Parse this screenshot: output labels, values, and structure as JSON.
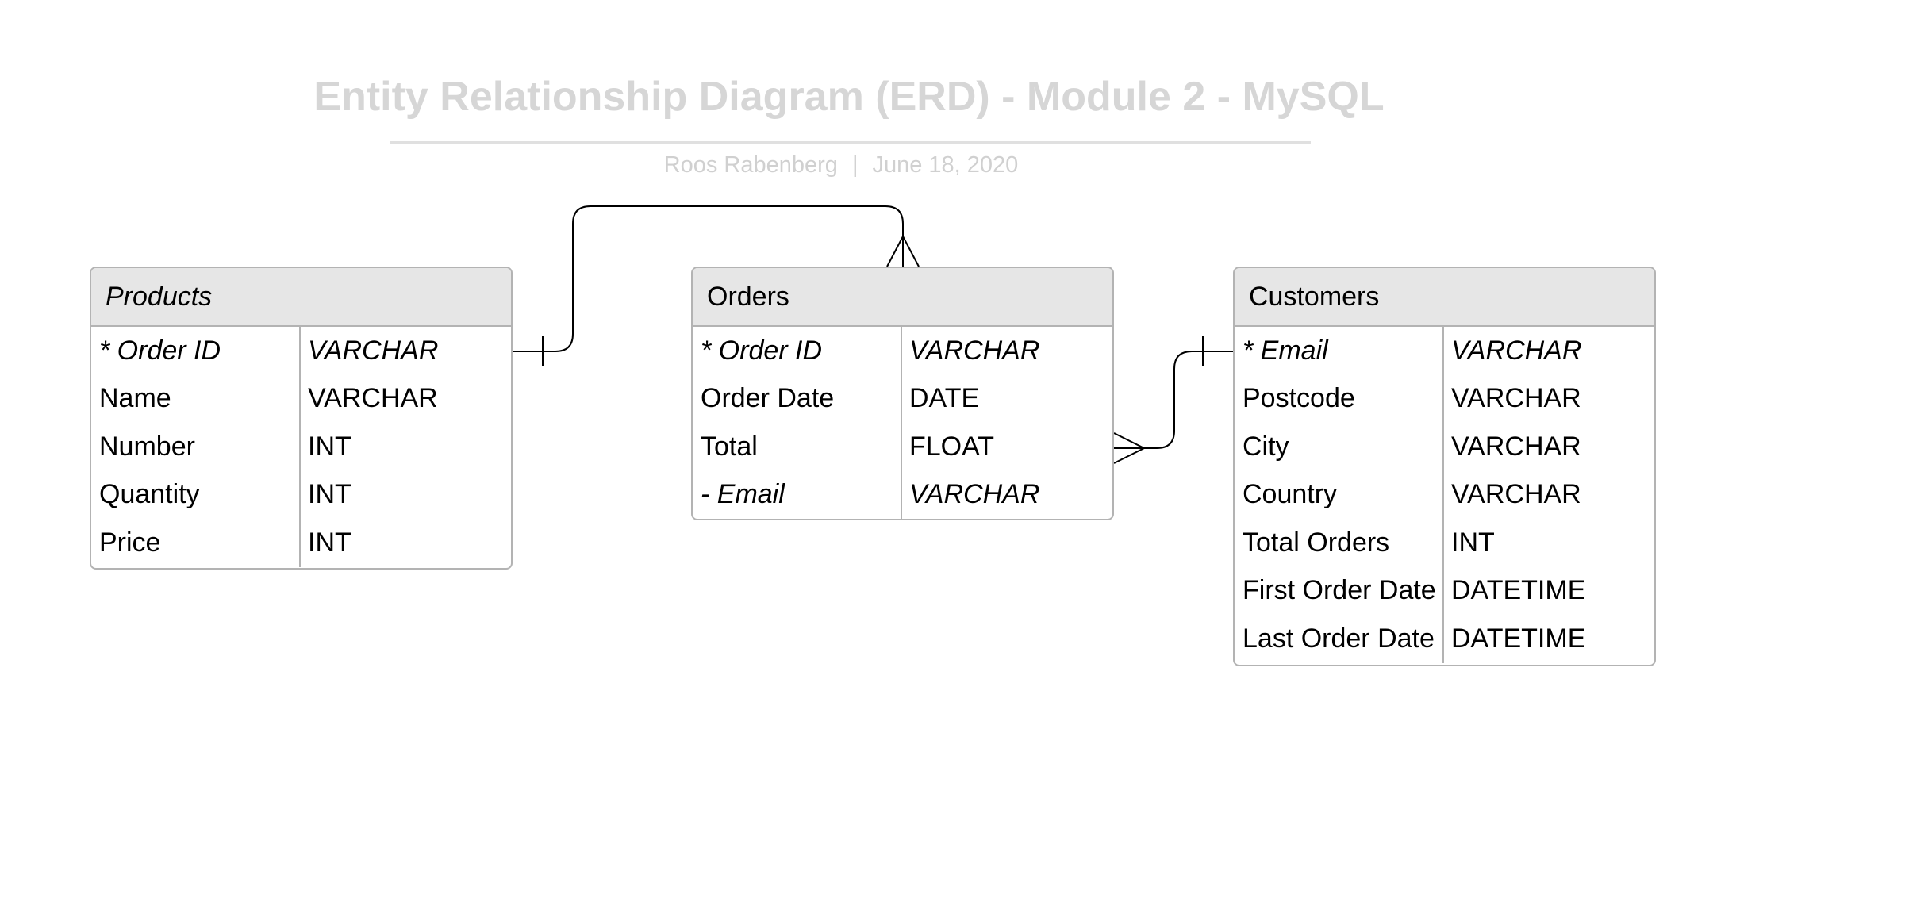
{
  "diagram": {
    "title": "Entity Relationship Diagram (ERD) - Module 2 - MySQL",
    "author": "Roos Rabenberg",
    "separator": "|",
    "date": "June 18, 2020"
  },
  "entities": {
    "products": {
      "name": "Products",
      "rows": [
        {
          "field": "* Order ID",
          "type": "VARCHAR"
        },
        {
          "field": "Name",
          "type": "VARCHAR"
        },
        {
          "field": "Number",
          "type": "INT"
        },
        {
          "field": "Quantity",
          "type": "INT"
        },
        {
          "field": "Price",
          "type": "INT"
        }
      ]
    },
    "orders": {
      "name": "Orders",
      "rows": [
        {
          "field": "* Order ID",
          "type": "VARCHAR"
        },
        {
          "field": "Order Date",
          "type": "DATE"
        },
        {
          "field": "Total",
          "type": "FLOAT"
        },
        {
          "field": "- Email",
          "type": "VARCHAR"
        }
      ]
    },
    "customers": {
      "name": "Customers",
      "rows": [
        {
          "field": "* Email",
          "type": "VARCHAR"
        },
        {
          "field": "Postcode",
          "type": "VARCHAR"
        },
        {
          "field": "City",
          "type": "VARCHAR"
        },
        {
          "field": "Country",
          "type": "VARCHAR"
        },
        {
          "field": "Total Orders",
          "type": "INT"
        },
        {
          "field": "First Order Date",
          "type": "DATETIME"
        },
        {
          "field": "Last Order Date",
          "type": "DATETIME"
        }
      ]
    }
  },
  "relationships": [
    {
      "from": "Products",
      "to": "Orders",
      "from_cardinality": "one",
      "to_cardinality": "many"
    },
    {
      "from": "Customers",
      "to": "Orders",
      "from_cardinality": "one",
      "to_cardinality": "many"
    }
  ]
}
